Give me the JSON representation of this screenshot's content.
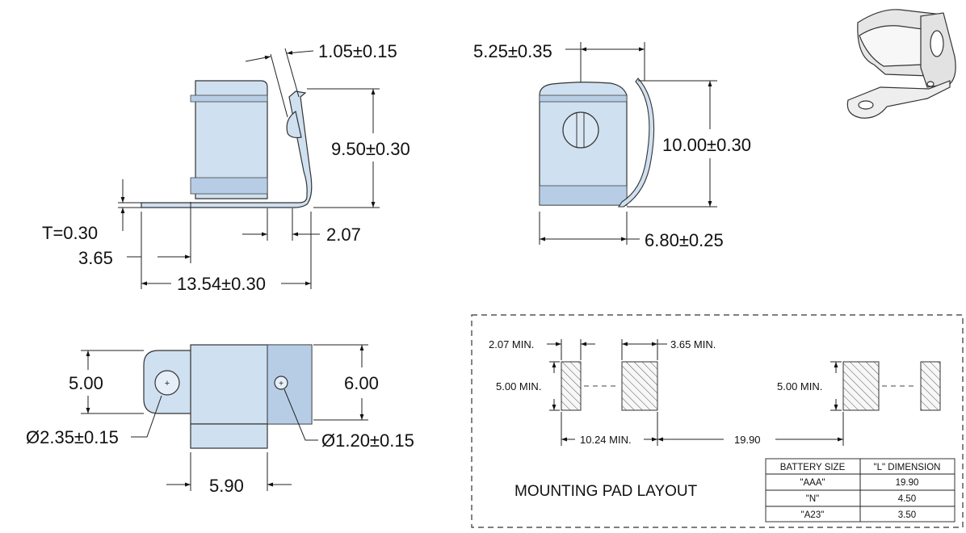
{
  "side_view": {
    "thickness_label": "T=0.30",
    "tab_angle_label": "1.05±0.15",
    "height_label": "9.50±0.30",
    "offset_label": "2.07",
    "tab_length_label": "3.65",
    "overall_length_label": "13.54±0.30"
  },
  "front_view": {
    "top_width_label": "5.25±0.35",
    "height_label": "10.00±0.30",
    "depth_label": "6.80±0.25"
  },
  "top_view": {
    "left_height_label": "5.00",
    "right_height_label": "6.00",
    "large_hole_label": "Ø2.35±0.15",
    "small_hole_label": "Ø1.20±0.15",
    "width_label": "5.90"
  },
  "pad_layout": {
    "title": "MOUNTING PAD LAYOUT",
    "gap_label": "2.07 MIN.",
    "pad_width_label": "3.65 MIN.",
    "pad_height_label_left": "5.00 MIN.",
    "pad_height_label_right": "5.00 MIN.",
    "pitch_label": "10.24 MIN.",
    "l_dim_label": "19.90",
    "table": {
      "headers": [
        "BATTERY SIZE",
        "\"L\" DIMENSION"
      ],
      "rows": [
        [
          "\"AAA\"",
          "19.90"
        ],
        [
          "\"N\"",
          "4.50"
        ],
        [
          "\"A23\"",
          "3.50"
        ]
      ]
    }
  }
}
